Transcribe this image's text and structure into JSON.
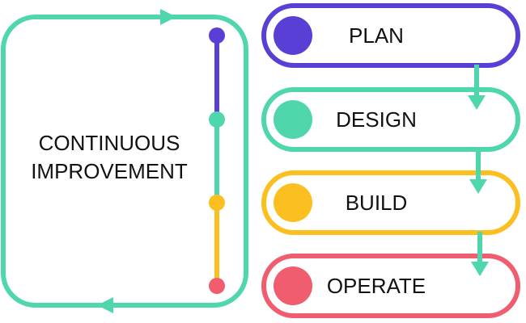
{
  "loop": {
    "label_line1": "CONTINUOUS",
    "label_line2": "IMPROVEMENT"
  },
  "stages": [
    {
      "label": "PLAN",
      "color": "#5a3fd6"
    },
    {
      "label": "DESIGN",
      "color": "#4fd6ac"
    },
    {
      "label": "BUILD",
      "color": "#fbbf1f"
    },
    {
      "label": "OPERATE",
      "color": "#ef5d6e"
    }
  ],
  "colors": {
    "loop": "#4fd6ac",
    "arrow": "#4fd6ac",
    "text": "#111111"
  }
}
